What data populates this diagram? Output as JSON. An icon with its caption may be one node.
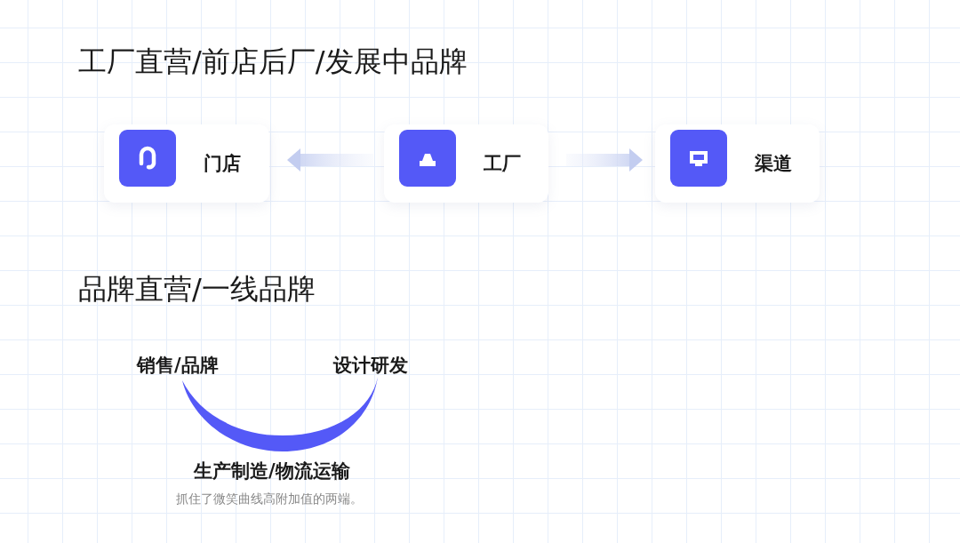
{
  "diagram": {
    "nodes": [
      {
        "text": [
          "门店"
        ]
      },
      {
        "text": [
          "工厂"
        ]
      },
      {
        "text": [
          "渠道"
        ]
      }
    ],
    "edges": [
      {
        "from": 1,
        "to": 0,
        "arrow": "to",
        "style": "thick"
      },
      {
        "from": 1,
        "to": 2,
        "arrow": "to",
        "style": "thick"
      }
    ],
    "labels": [
      "工厂直营/前店后厂/发展中品牌",
      "品牌直营/一线品牌",
      "销售/品牌",
      "设计研发",
      "生产制造/物流运输",
      "抓住了微笑曲线高附加值的两端。"
    ]
  }
}
